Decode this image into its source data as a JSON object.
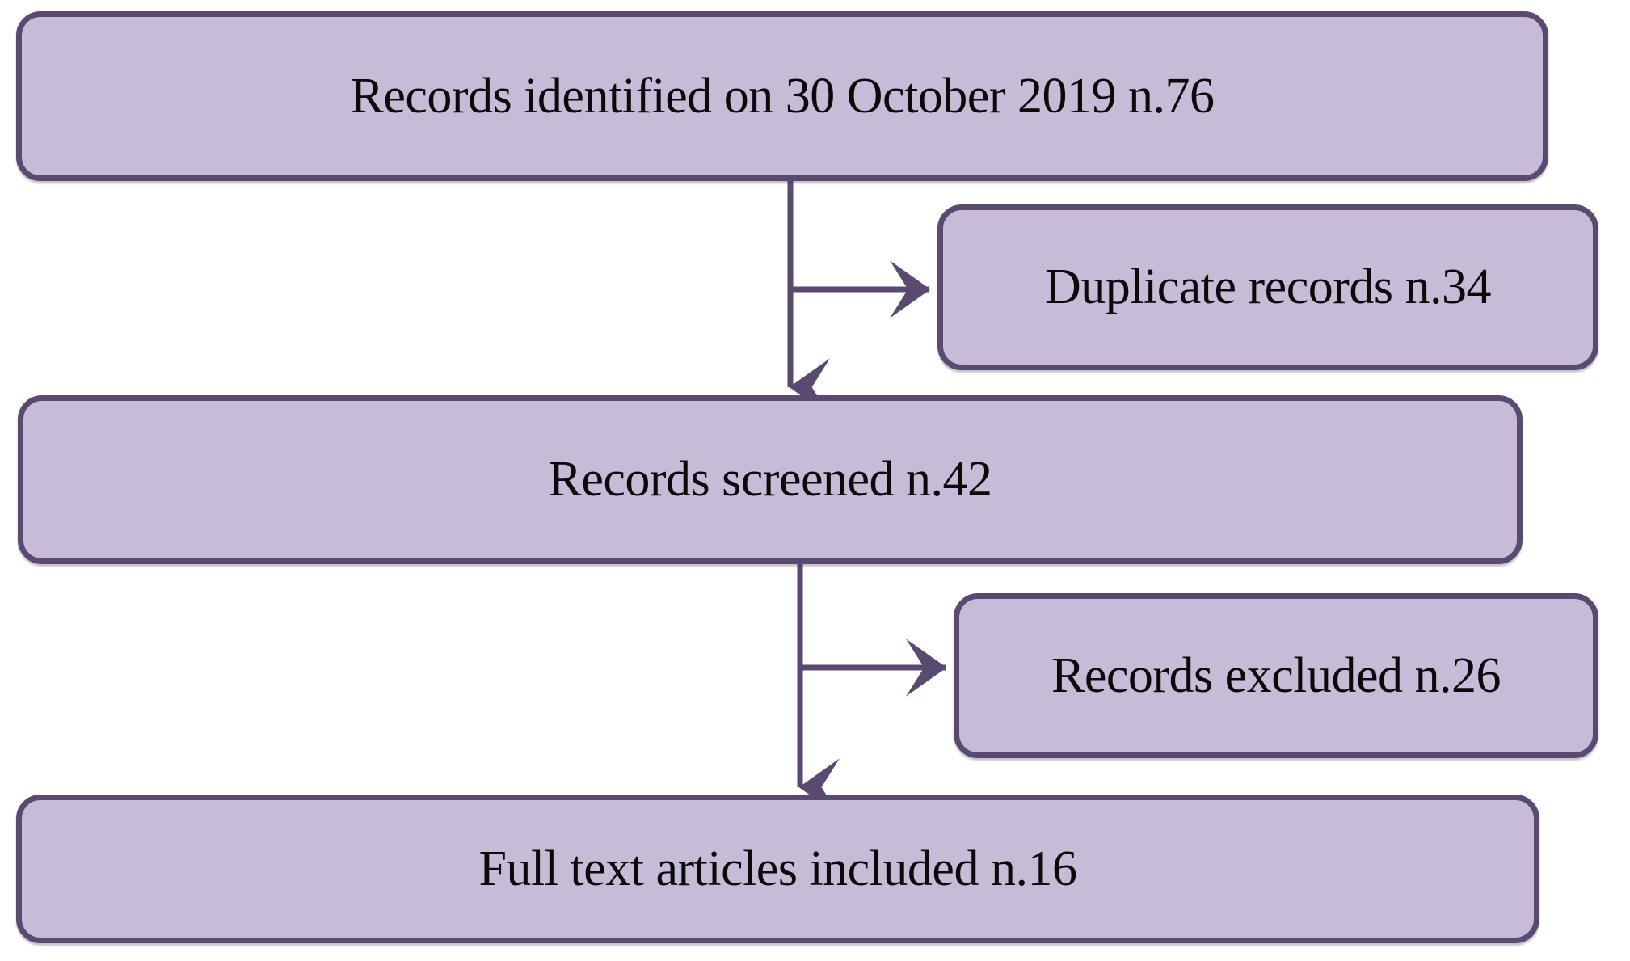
{
  "diagram": {
    "type": "prisma-flow-diagram",
    "title": "",
    "colors": {
      "box_fill": "#c7bcd8",
      "box_border": "#5b4a70",
      "connector": "#5b4a70",
      "text": "#0a0a0a",
      "background": "#ffffff"
    },
    "nodes": [
      {
        "id": "identified",
        "label": "Records identified on 30 October 2019 n.76",
        "stage": "identification",
        "count": 76,
        "date": "30 October 2019",
        "column": "main"
      },
      {
        "id": "duplicates",
        "label": "Duplicate records n.34",
        "stage": "exclusion",
        "count": 34,
        "column": "side"
      },
      {
        "id": "screened",
        "label": "Records screened n.42",
        "stage": "screening",
        "count": 42,
        "column": "main"
      },
      {
        "id": "excluded",
        "label": "Records excluded n.26",
        "stage": "exclusion",
        "count": 26,
        "column": "side"
      },
      {
        "id": "included",
        "label": "Full text articles included n.16",
        "stage": "included",
        "count": 16,
        "column": "main"
      }
    ],
    "edges": [
      {
        "from": "identified",
        "to": "screened",
        "direction": "down",
        "arrowhead": true
      },
      {
        "from": "identified",
        "to": "duplicates",
        "direction": "right",
        "arrowhead": true
      },
      {
        "from": "screened",
        "to": "included",
        "direction": "down",
        "arrowhead": true
      },
      {
        "from": "screened",
        "to": "excluded",
        "direction": "right",
        "arrowhead": true
      }
    ]
  }
}
